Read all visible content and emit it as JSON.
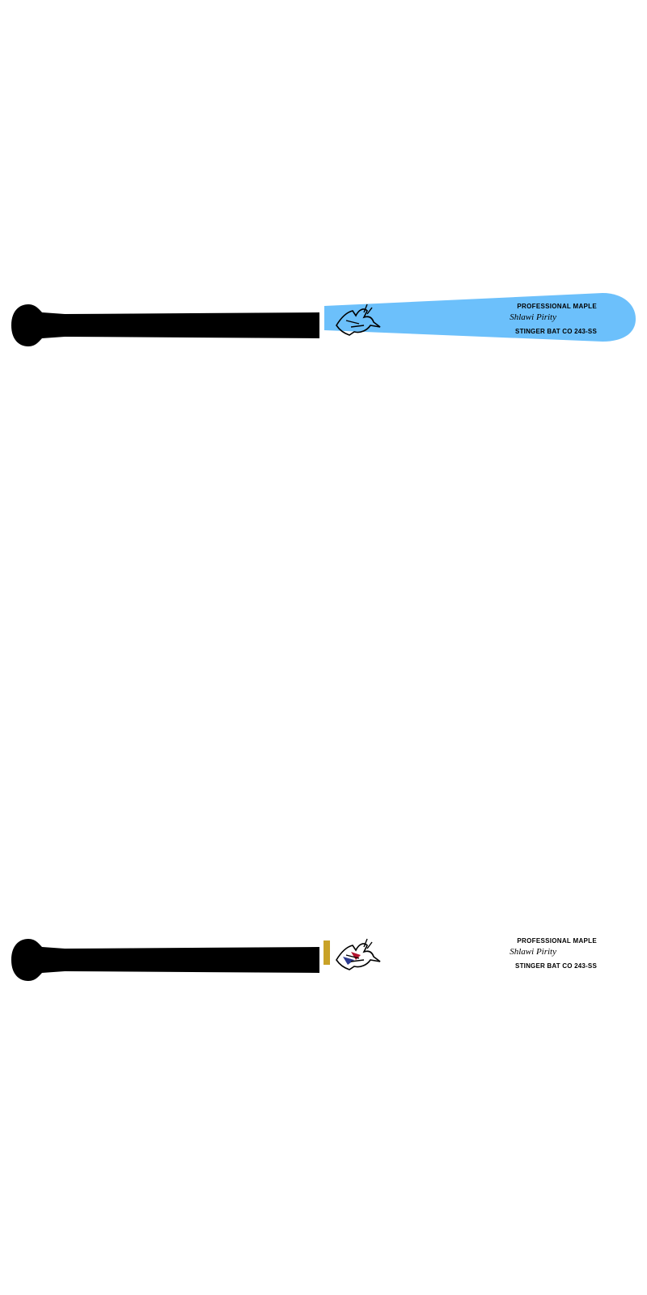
{
  "bats": [
    {
      "name": "blue",
      "handle_color": "#000000",
      "barrel_color": "#6cc0fb",
      "ring_color": "",
      "brand_text": "PROFESSIONAL MAPLE",
      "signature": "Shlawi Pirity",
      "model_text": "STINGER BAT CO 243-SS",
      "logo_icon": "stinger-bee-logo"
    },
    {
      "name": "white",
      "handle_color": "#000000",
      "barrel_color": "#ffffff",
      "ring_color": "#c9a227",
      "brand_text": "PROFESSIONAL MAPLE",
      "signature": "Shlawi Pirity",
      "model_text": "STINGER BAT CO 243-SS",
      "logo_icon": "stinger-bee-logo"
    }
  ]
}
